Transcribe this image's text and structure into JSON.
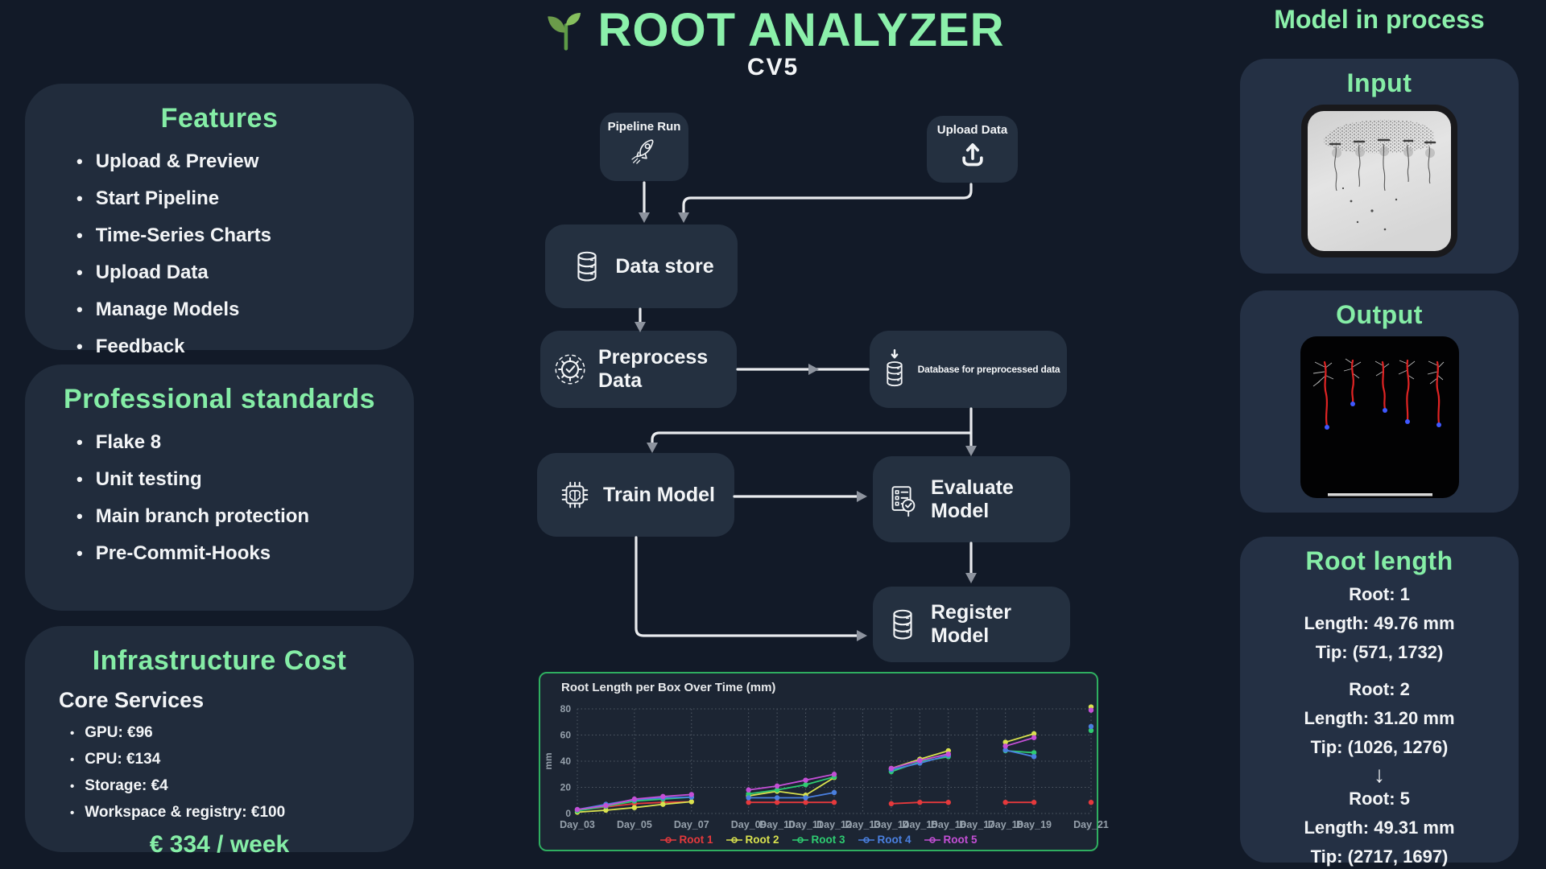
{
  "header": {
    "title": "ROOT ANALYZER",
    "subtitle": "CV5"
  },
  "left_panels": {
    "features": {
      "title": "Features",
      "items": [
        "Upload & Preview",
        "Start Pipeline",
        "Time-Series Charts",
        "Upload Data",
        "Manage Models",
        "Feedback"
      ]
    },
    "standards": {
      "title": "Professional standards",
      "items": [
        "Flake 8",
        "Unit testing",
        "Main branch protection",
        "Pre-Commit-Hooks"
      ]
    },
    "infrastructure": {
      "title": "Infrastructure Cost",
      "subtitle": "Core Services",
      "items": [
        "GPU: €96",
        "CPU: €134",
        "Storage:  €4",
        "Workspace & registry: €100"
      ],
      "total": "€ 334 / week"
    }
  },
  "pipeline": {
    "nodes": {
      "pipeline_run": {
        "label": "Pipeline Run",
        "icon": "rocket-icon"
      },
      "upload_data": {
        "label": "Upload Data",
        "icon": "upload-icon"
      },
      "data_store": {
        "label": "Data store",
        "icon": "database-icon"
      },
      "preprocess": {
        "label": "Preprocess Data",
        "icon": "gear-check-icon"
      },
      "db_preprocessed": {
        "label": "Database for preprocessed data",
        "icon": "database-arrow-icon"
      },
      "train": {
        "label": "Train Model",
        "icon": "chip-brain-icon"
      },
      "evaluate": {
        "label": "Evaluate Model",
        "icon": "checklist-magnifier-icon"
      },
      "register": {
        "label": "Register Model",
        "icon": "database-icon"
      }
    }
  },
  "chart_data": {
    "type": "line",
    "title": "Root Length per Box Over Time (mm)",
    "xlabel": "",
    "ylabel": "mm",
    "ylim": [
      0,
      80
    ],
    "yticks": [
      0,
      20,
      40,
      60,
      80
    ],
    "x": [
      3,
      4,
      5,
      6,
      7,
      9,
      10,
      11,
      12,
      14,
      15,
      16,
      18,
      19,
      21
    ],
    "xtick_days": [
      3,
      5,
      7,
      9,
      10,
      11,
      12,
      13,
      14,
      15,
      16,
      17,
      18,
      19,
      21
    ],
    "xtick_labels": [
      "Day_03",
      "Day_05",
      "Day_07",
      "Day_09",
      "Day_10",
      "Day_11",
      "Day_12",
      "Day_13",
      "Day_14",
      "Day_15",
      "Day_16",
      "Day_17",
      "Day_18",
      "Day_19",
      "Day_21"
    ],
    "segments": [
      [
        0,
        4
      ],
      [
        5,
        8
      ],
      [
        9,
        11
      ],
      [
        12,
        13
      ],
      [
        14,
        14
      ]
    ],
    "grid": true,
    "legend_position": "bottom",
    "series": [
      {
        "name": "Root 1",
        "color": "#e5393c",
        "values": [
          2.5,
          5,
          7.5,
          8.5,
          9,
          8.5,
          8.5,
          8.5,
          8.5,
          7.5,
          8.5,
          8.5,
          8.5,
          8.5,
          8.5
        ]
      },
      {
        "name": "Root 2",
        "color": "#d9e24e",
        "values": [
          1,
          2.5,
          4.5,
          7,
          9,
          13.5,
          17,
          14,
          27.5,
          34.5,
          41.5,
          48,
          54.5,
          61,
          81.5
        ]
      },
      {
        "name": "Root 3",
        "color": "#2ecc71",
        "values": [
          2,
          5.5,
          9.5,
          11,
          12.5,
          15,
          18,
          22,
          28,
          32,
          39.5,
          43.5,
          48,
          46.5,
          63.5
        ]
      },
      {
        "name": "Root 4",
        "color": "#4a80e0",
        "values": [
          3,
          7,
          10.5,
          12,
          12.5,
          12,
          12,
          12,
          16,
          33.5,
          38.5,
          44.5,
          48.5,
          43.5,
          66.5
        ]
      },
      {
        "name": "Root 5",
        "color": "#c44fd6",
        "values": [
          3,
          6,
          11,
          13,
          14.5,
          18,
          21,
          25.5,
          30,
          34.5,
          40.5,
          45.5,
          51.5,
          58,
          79
        ]
      }
    ]
  },
  "right_panels": {
    "heading": "Model in process",
    "input": {
      "title": "Input"
    },
    "output": {
      "title": "Output"
    },
    "root_length": {
      "title": "Root length",
      "arrow_between": "↓",
      "entries": [
        {
          "root": "Root: 1",
          "length": "Length: 49.76 mm",
          "tip": "Tip: (571, 1732)"
        },
        {
          "root": "Root: 2",
          "length": "Length: 31.20 mm",
          "tip": "Tip: (1026, 1276)"
        },
        {
          "root": "Root: 5",
          "length": "Length: 49.31 mm",
          "tip": "Tip: (2717, 1697)"
        }
      ]
    }
  }
}
